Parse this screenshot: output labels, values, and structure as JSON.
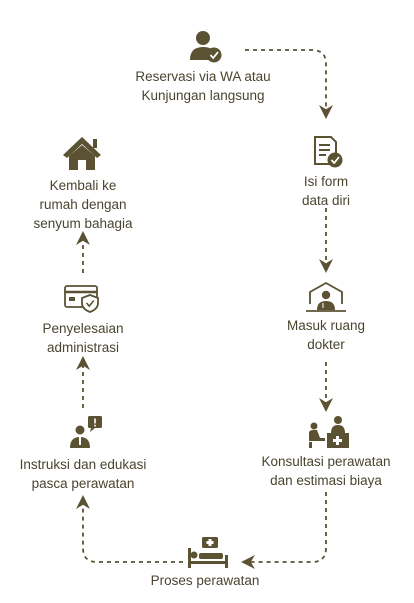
{
  "colors": {
    "icon": "#5b5233",
    "text": "#4a4530",
    "connector": "#5b5233"
  },
  "steps": [
    {
      "id": "reservasi",
      "icon": "user-check-icon",
      "lines": [
        "Reservasi via WA atau",
        "Kunjungan langsung"
      ]
    },
    {
      "id": "isi-form",
      "icon": "form-check-icon",
      "lines": [
        "Isi form",
        "data diri"
      ]
    },
    {
      "id": "masuk-ruang",
      "icon": "doctor-room-icon",
      "lines": [
        "Masuk ruang",
        "dokter"
      ]
    },
    {
      "id": "konsultasi",
      "icon": "consultation-icon",
      "lines": [
        "Konsultasi perawatan",
        "dan estimasi biaya"
      ]
    },
    {
      "id": "proses",
      "icon": "patient-bed-icon",
      "lines": [
        "Proses perawatan"
      ]
    },
    {
      "id": "instruksi",
      "icon": "presenter-icon",
      "lines": [
        "Instruksi dan edukasi",
        "pasca perawatan"
      ]
    },
    {
      "id": "administrasi",
      "icon": "card-shield-icon",
      "lines": [
        "Penyelesaian",
        "administrasi"
      ]
    },
    {
      "id": "kembali",
      "icon": "home-icon",
      "lines": [
        "Kembali ke",
        "rumah dengan",
        "senyum bahagia"
      ]
    }
  ]
}
